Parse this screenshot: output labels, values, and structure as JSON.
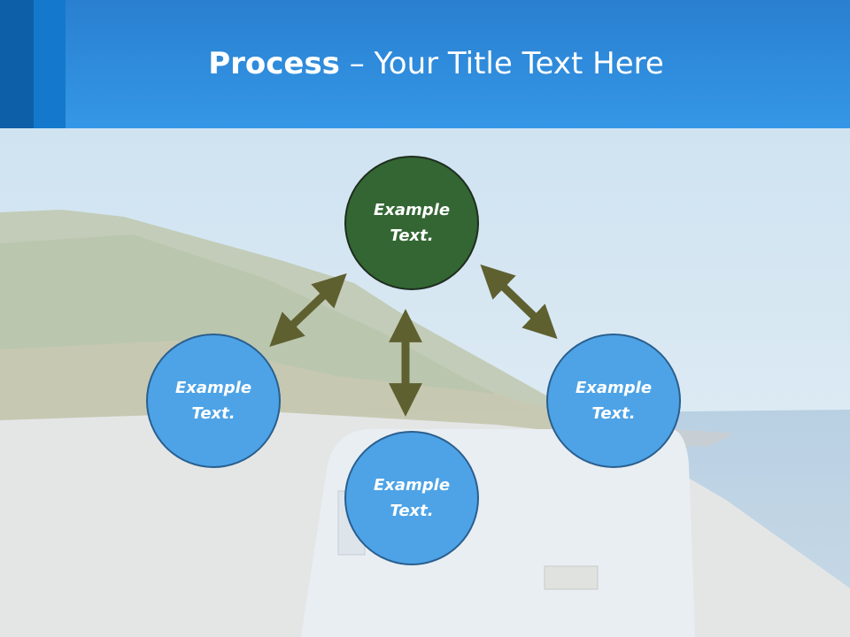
{
  "slide": {
    "title_bold": "Process",
    "title_rest": " – Your Title Text Here"
  },
  "nodes": {
    "top": {
      "label": "Example Text.",
      "color": "#336633"
    },
    "left": {
      "label": "Example Text.",
      "color": "#4da3e6"
    },
    "right": {
      "label": "Example Text.",
      "color": "#4da3e6"
    },
    "bottom": {
      "label": "Example Text.",
      "color": "#4da3e6"
    }
  },
  "colors": {
    "header": "#3497e6",
    "arrow": "#5f6030"
  }
}
